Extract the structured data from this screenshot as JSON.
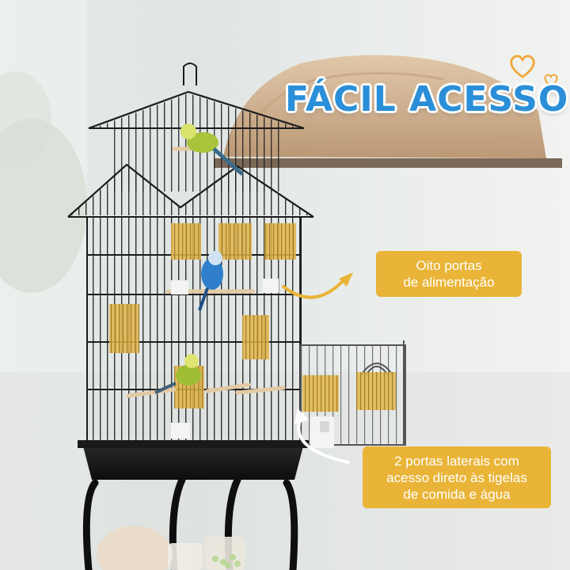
{
  "headline": "FÁCIL ACESSO",
  "callouts": {
    "feeding_doors": {
      "line1": "Oito portas",
      "line2": "de alimentação"
    },
    "side_doors": {
      "line1": "2 portas laterais com",
      "line2": "acesso direto às tigelas",
      "line3": "de comida e água"
    }
  },
  "colors": {
    "headline": "#2a8fd8",
    "callout_bg": "#e9b437",
    "callout_text": "#ffffff",
    "heart": "#f0a93a",
    "arrow": "#e9b437",
    "cage_wire": "#1c1c1c",
    "feeder_door": "#e3b54a"
  },
  "icons": [
    "heart-icon",
    "curved-arrow-icon"
  ]
}
